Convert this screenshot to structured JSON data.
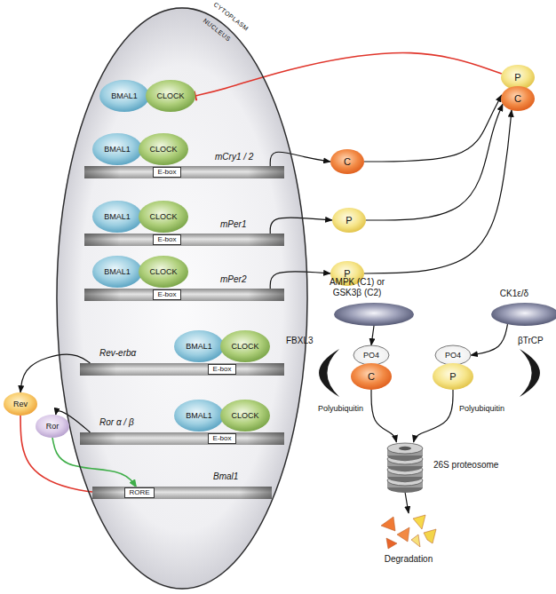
{
  "diagram": {
    "nodes": [
      {
        "text": [
          "NUCLEUS"
        ]
      },
      {
        "text": [
          "BMAL1"
        ],
        "in": 0
      },
      {
        "text": [
          "CLOCK"
        ],
        "in": 0
      },
      {
        "text": [
          "BMAL1"
        ],
        "in": 0
      },
      {
        "text": [
          "CLOCK"
        ],
        "in": 0
      },
      {
        "text": [
          "mCry1 / 2"
        ],
        "in": 0
      },
      {
        "text": [
          "E-box"
        ],
        "in": 5
      },
      {
        "text": [
          "BMAL1"
        ],
        "in": 0
      },
      {
        "text": [
          "CLOCK"
        ],
        "in": 0
      },
      {
        "text": [
          "mPer1"
        ],
        "in": 0
      },
      {
        "text": [
          "E-box"
        ],
        "in": 9
      },
      {
        "text": [
          "BMAL1"
        ],
        "in": 0
      },
      {
        "text": [
          "CLOCK"
        ],
        "in": 0
      },
      {
        "text": [
          "mPer2"
        ],
        "in": 0
      },
      {
        "text": [
          "E-box"
        ],
        "in": 13
      },
      {
        "text": [
          "BMAL1"
        ],
        "in": 0
      },
      {
        "text": [
          "CLOCK"
        ],
        "in": 0
      },
      {
        "text": [
          "Rev-erbα"
        ],
        "in": 0
      },
      {
        "text": [
          "E-box"
        ],
        "in": 17
      },
      {
        "text": [
          "BMAL1"
        ],
        "in": 0
      },
      {
        "text": [
          "CLOCK"
        ],
        "in": 0
      },
      {
        "text": [
          "Ror α / β"
        ],
        "in": 0
      },
      {
        "text": [
          "E-box"
        ],
        "in": 21
      },
      {
        "text": [
          "Bmal1"
        ],
        "in": 0
      },
      {
        "text": [
          "RORE"
        ],
        "in": 23
      },
      {
        "text": [
          "Rev"
        ]
      },
      {
        "text": [
          "Ror"
        ]
      },
      {
        "text": [
          "C"
        ]
      },
      {
        "text": [
          "P"
        ]
      },
      {
        "text": [
          "P"
        ]
      },
      {
        "text": [
          "P"
        ]
      },
      {
        "text": [
          "C"
        ]
      },
      {
        "text": [
          "AMPK (C1) or GSK3β (C2)"
        ]
      },
      {
        "text": [
          "CK1ε/δ"
        ]
      },
      {
        "text": [
          "FBXL3"
        ]
      },
      {
        "text": [
          "βTrCP"
        ]
      },
      {
        "text": [
          "PO4"
        ]
      },
      {
        "text": [
          "C"
        ]
      },
      {
        "text": [
          "PO4"
        ]
      },
      {
        "text": [
          "P"
        ]
      },
      {
        "text": [
          "26S proteosome"
        ]
      },
      {
        "text": [
          "Degradation"
        ]
      }
    ],
    "edges": [
      {
        "from": 5,
        "to": 27,
        "arrow": "to"
      },
      {
        "from": 9,
        "to": 28,
        "arrow": "to"
      },
      {
        "from": 13,
        "to": 29,
        "arrow": "to"
      },
      {
        "from": 27,
        "to": 31,
        "arrow": "to"
      },
      {
        "from": 28,
        "to": 31,
        "arrow": "to"
      },
      {
        "from": 29,
        "to": 31,
        "arrow": "to"
      },
      {
        "from": 30,
        "to": 2,
        "arrow": "to"
      },
      {
        "from": 17,
        "to": 25,
        "arrow": "to"
      },
      {
        "from": 21,
        "to": 26,
        "arrow": "to"
      },
      {
        "from": 25,
        "to": 24,
        "arrow": "to"
      },
      {
        "from": 26,
        "to": 24,
        "arrow": "to"
      },
      {
        "from": 32,
        "to": 36,
        "arrow": "to"
      },
      {
        "from": 33,
        "to": 38,
        "arrow": "to"
      },
      {
        "from": 37,
        "to": 40,
        "label": "Polyubiquitin",
        "arrow": "to"
      },
      {
        "from": 39,
        "to": 40,
        "label": "Polyubiquitin",
        "arrow": "to"
      },
      {
        "from": 40,
        "to": 41,
        "arrow": "to"
      }
    ],
    "labels": [
      "CYTOPLASM"
    ]
  }
}
